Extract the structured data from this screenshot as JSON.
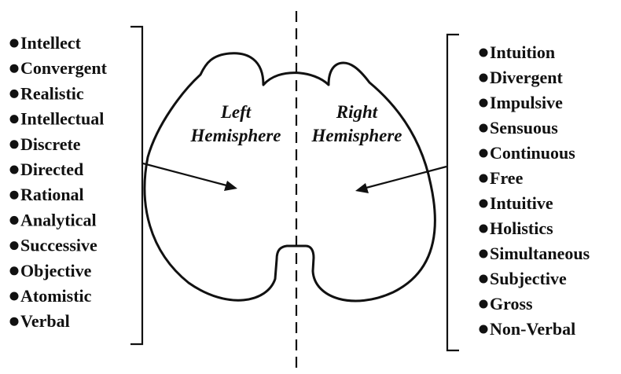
{
  "left_hemisphere": {
    "label_line1": "Left",
    "label_line2": "Hemisphere",
    "traits": [
      "Intellect",
      "Convergent",
      "Realistic",
      "Intellectual",
      "Discrete",
      "Directed",
      "Rational",
      "Analytical",
      "Successive",
      "Objective",
      "Atomistic",
      "Verbal"
    ]
  },
  "right_hemisphere": {
    "label_line1": "Right",
    "label_line2": "Hemisphere",
    "traits": [
      "Intuition",
      "Divergent",
      "Impulsive",
      "Sensuous",
      "Continuous",
      "Free",
      "Intuitive",
      "Holistics",
      "Simultaneous",
      "Subjective",
      "Gross",
      "Non-Verbal"
    ]
  },
  "colors": {
    "ink": "#111111",
    "background": "#ffffff"
  }
}
